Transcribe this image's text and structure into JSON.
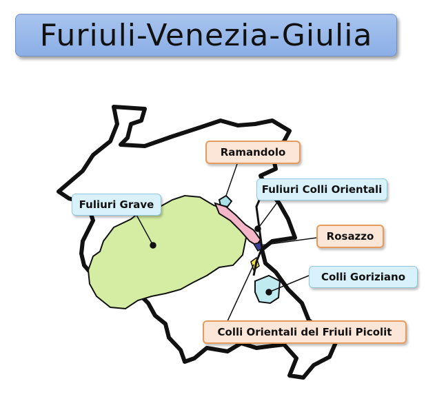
{
  "title": "Furiuli-Venezia-Giulia",
  "colors": {
    "title_bg": "#a9c4ee",
    "outline": "#111111",
    "grave_fill": "#d5eda3",
    "ramandolo_fill": "#a8e0e6",
    "colli_orientali_fill": "#f4b6c8",
    "rosazzo_fill": "#3b3b8f",
    "picolit_fill": "#f3e04c",
    "goriziano_fill": "#bfeaf0",
    "label_blue_bg": "#d8f1fb",
    "label_orange_bg": "#fbe6d8",
    "label_orange_border": "#e69a5c"
  },
  "labels": {
    "ramandolo": "Ramandolo",
    "colli_orientali": "Fuliuri Colli Orientali",
    "grave": "Fuliuri Grave",
    "rosazzo": "Rosazzo",
    "goriziano": "Colli Goriziano",
    "picolit": "Colli Orientali del Friuli Picolit"
  }
}
